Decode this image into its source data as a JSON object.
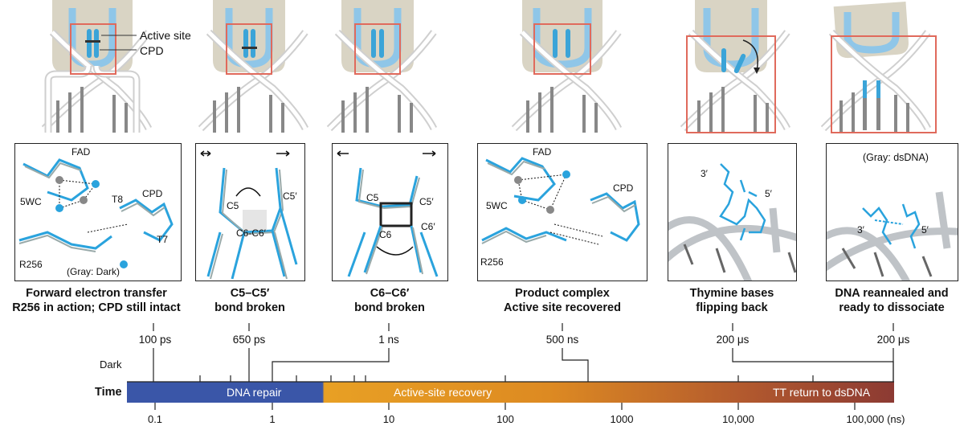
{
  "cartoon_labels": {
    "active_site": "Active site",
    "cpd": "CPD"
  },
  "panels": [
    {
      "labels": {
        "fad": "FAD",
        "wc": "5WC",
        "t8": "T8",
        "cpd": "CPD",
        "t7": "T7",
        "r256": "R256",
        "note": "(Gray: Dark)"
      },
      "caption": [
        "Forward electron transfer",
        "R256 in action; CPD still intact"
      ],
      "time": "100 ps"
    },
    {
      "labels": {
        "c5": "C5",
        "c5p": "C5′",
        "c6": "C6-C6′"
      },
      "caption": [
        "C5–C5′",
        "bond broken"
      ],
      "time": "650 ps"
    },
    {
      "labels": {
        "c5": "C5",
        "c5p": "C5′",
        "c6": "C6",
        "c6p": "C6′"
      },
      "caption": [
        "C6–C6′",
        "bond broken"
      ],
      "time": "1 ns"
    },
    {
      "labels": {
        "fad": "FAD",
        "wc": "5WC",
        "cpd": "CPD",
        "r256": "R256"
      },
      "caption": [
        "Product complex",
        "Active site recovered"
      ],
      "time": "500 ns"
    },
    {
      "labels": {
        "p3": "3′",
        "p5": "5′"
      },
      "caption": [
        "Thymine bases",
        "flipping back"
      ],
      "time": "200 μs"
    },
    {
      "labels": {
        "note": "(Gray: dsDNA)",
        "p3": "3′",
        "p5": "5′"
      },
      "caption": [
        "DNA reannealed and",
        "ready to dissociate"
      ],
      "time": "200 μs"
    }
  ],
  "timeline": {
    "dark_label": "Dark",
    "axis_title": "Time",
    "phases": [
      "DNA repair",
      "Active-site recovery",
      "TT return to dsDNA"
    ],
    "ticks": [
      "0.1",
      "1",
      "10",
      "100",
      "1000",
      "10,000",
      "100,000 (ns)"
    ],
    "colors": {
      "repair": "#3a56a8",
      "recovery": "#e8a024",
      "return": "#8c3a33"
    }
  }
}
